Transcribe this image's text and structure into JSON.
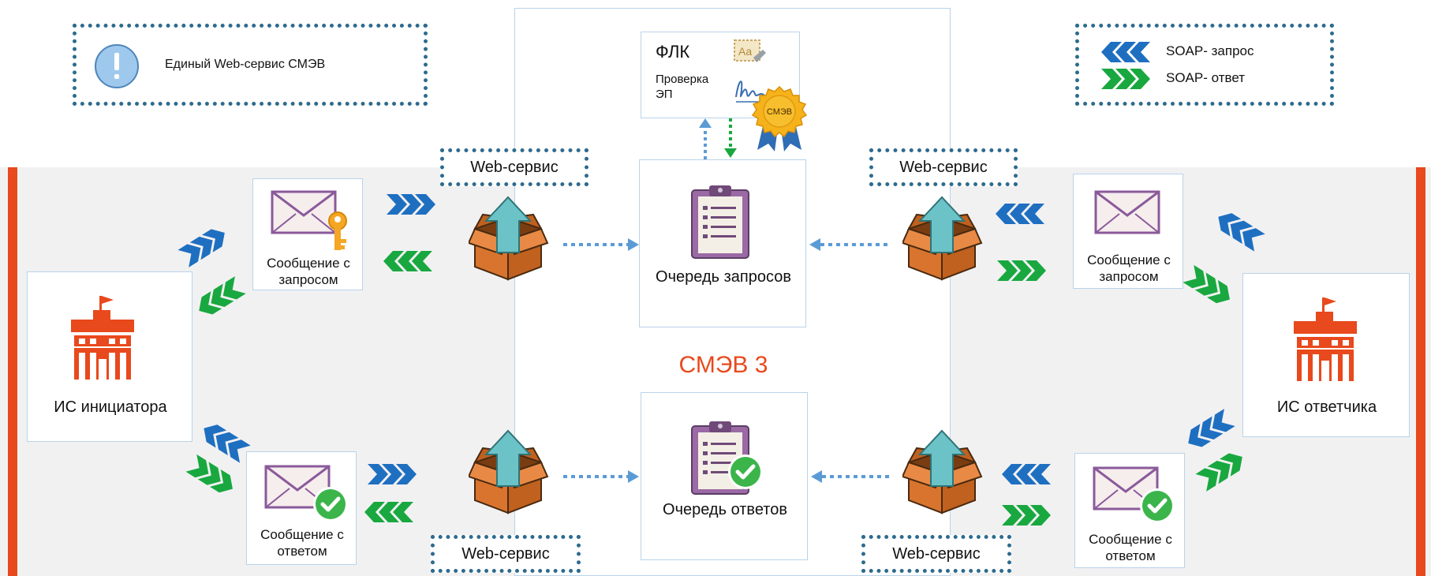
{
  "legend_left": {
    "text": "Единый Web-сервис СМЭВ",
    "icon": "info-icon"
  },
  "legend_right": {
    "request_label": "SOAP- запрос",
    "response_label": "SOAP- ответ"
  },
  "flk": {
    "title": "ФЛК",
    "check": "Проверка ЭП",
    "badge": "СМЭВ"
  },
  "center_title": "СМЭВ 3",
  "queue_requests": "Очередь запросов",
  "queue_responses": "Очередь ответов",
  "web_service": "Web-сервис",
  "initiator": "ИС инициатора",
  "responder": "ИС ответчика",
  "msg_request": "Сообщение с запросом",
  "msg_response": "Сообщение с ответом",
  "colors": {
    "request": "#1f6fc1",
    "response": "#19a83f",
    "accent": "#e8491d",
    "dotted": "#2e6b8e"
  }
}
